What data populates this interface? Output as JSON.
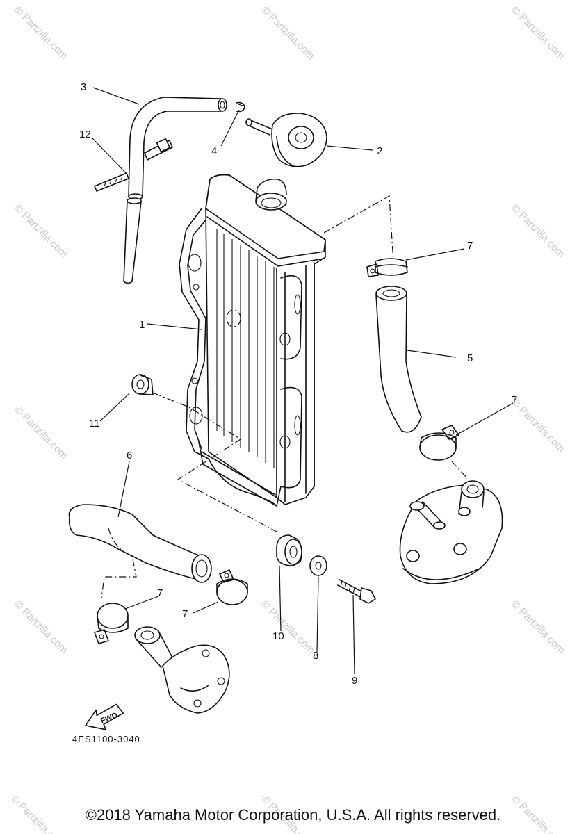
{
  "diagram": {
    "callouts": [
      "1",
      "2",
      "3",
      "4",
      "5",
      "6",
      "7",
      "8",
      "9",
      "10",
      "11",
      "12"
    ],
    "part_code": "4ES1100-3040",
    "fwd_label": "FWD",
    "watermark": "© Partzilla.com"
  },
  "footer": {
    "copyright": "©2018 Yamaha Motor Corporation, U.S.A. All rights reserved."
  }
}
